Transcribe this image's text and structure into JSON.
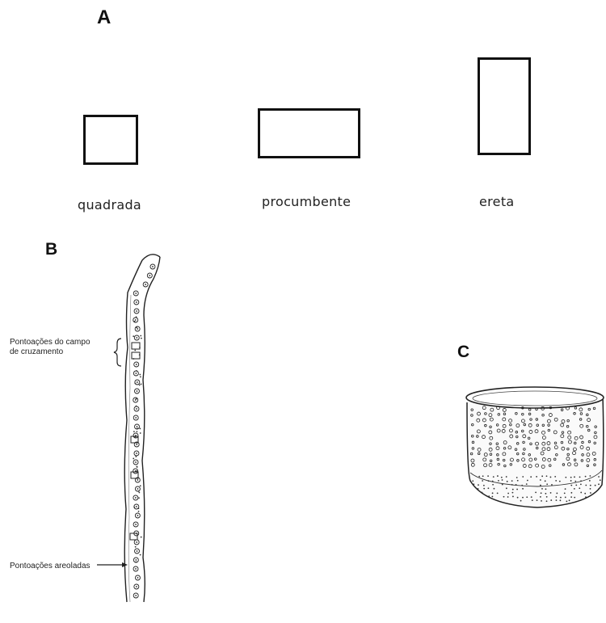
{
  "panels": {
    "a": {
      "letter": "A",
      "shapes": [
        {
          "caption": "quadrada"
        },
        {
          "caption": "procumbente"
        },
        {
          "caption": "ereta"
        }
      ]
    },
    "b": {
      "letter": "B",
      "annotations": {
        "cross_field": [
          "Pontoações do campo",
          "de cruzamento"
        ],
        "bordered": "Pontoações areoladas"
      }
    },
    "c": {
      "letter": "C"
    }
  }
}
